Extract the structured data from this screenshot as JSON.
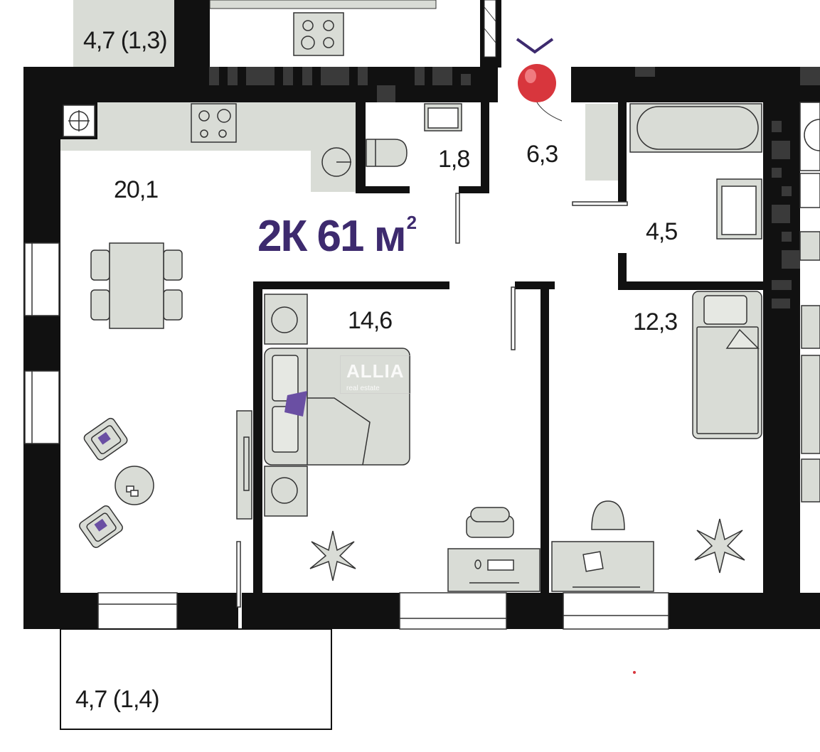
{
  "plan": {
    "title": "2К 61 м",
    "title_sup": "2",
    "accent_color": "#3d2a6e",
    "furniture_color": "#d9dcd6",
    "wall_color": "#111111"
  },
  "rooms": {
    "living": "20,1",
    "bathroom_small": "1,8",
    "hall": "6,3",
    "bathroom": "4,5",
    "bedroom": "14,6",
    "room2": "12,3",
    "balcony_top": "4,7 (1,3)",
    "balcony_bottom": "4,7 (1,4)"
  },
  "watermark": {
    "brand": "ALLIA",
    "sub": "real estate"
  },
  "icons": {
    "marker": "balloon-marker-icon"
  }
}
